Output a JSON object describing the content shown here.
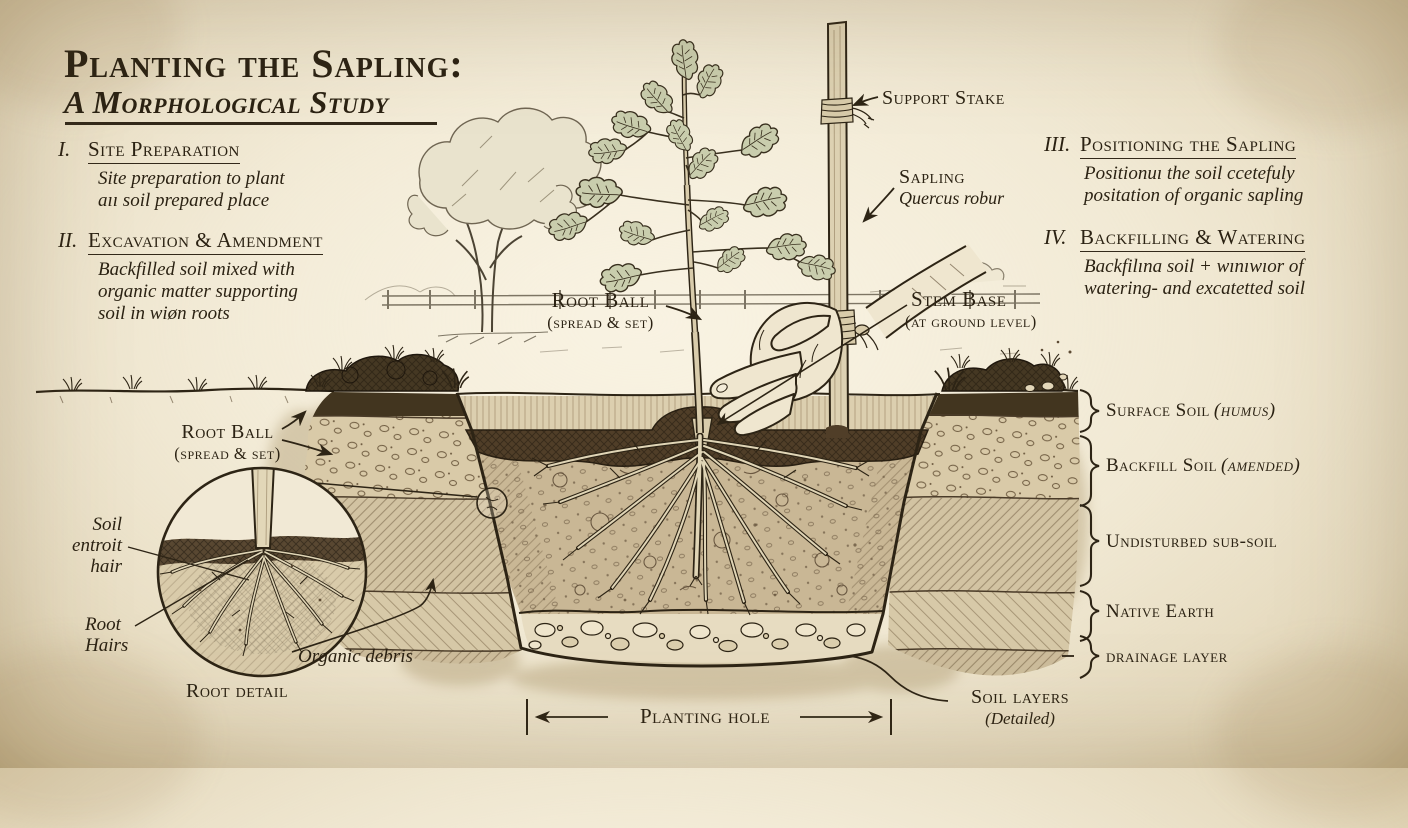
{
  "title": {
    "main": "Planting the Sapling:",
    "subtitle": "A Morphological Study"
  },
  "sections": [
    {
      "numeral": "I.",
      "heading": "Site Preparation",
      "line1": "Site preparation to plant",
      "line2": "aıı soil prepared place",
      "line3": ""
    },
    {
      "numeral": "II.",
      "heading": "Excavation & Amendment",
      "line1": "Backfilled soil mixed with",
      "line2": "organic matter supporting",
      "line3": "soil in wiøn roots"
    },
    {
      "numeral": "III.",
      "heading": "Positioning the Sapling",
      "line1": "Positionuı the soil ccetefuly",
      "line2": "positation of organic sapling",
      "line3": ""
    },
    {
      "numeral": "IV.",
      "heading": "Backfilling & Watering",
      "line1": "Backfilına soil + wınıwıor of",
      "line2": "watering- and excatetted soil",
      "line3": ""
    }
  ],
  "callouts": {
    "support_stake": "Support Stake",
    "sapling": "Sapling",
    "sapling_species": "Quercus robur",
    "root_ball": "Root Ball",
    "root_ball_sub": "(spread & set)",
    "stem_base": "Stem Base",
    "stem_base_sub": "(at ground level)",
    "root_ball_left": "Root Ball",
    "root_ball_left_sub": "(spread & set)",
    "soil_hair_line1": "Soil",
    "soil_hair_line2": "entroit",
    "soil_hair_line3": "hair",
    "root_hairs_line1": "Root",
    "root_hairs_line2": "Hairs",
    "organic_debris": "Organic debris",
    "root_detail_caption": "Root detail",
    "planting_hole": "Planting hole",
    "soil_layers": "Soil layers",
    "soil_layers_sub": "(Detailed)"
  },
  "soil_layers_legend": [
    {
      "name": "Surface Soil",
      "qualifier": "(humus)"
    },
    {
      "name": "Backfill Soil",
      "qualifier": "(amended)"
    },
    {
      "name": "Undisturbed sub-soil",
      "qualifier": ""
    },
    {
      "name": "Native Earth",
      "qualifier": ""
    },
    {
      "name": "drainage layer",
      "qualifier": ""
    }
  ],
  "colors": {
    "paper": "#ece2c9",
    "ink": "#2d2415",
    "leaf_green": "#c9cdad",
    "soil_wash": "#d2c3a2",
    "dark_topsoil": "#4e3d28"
  }
}
